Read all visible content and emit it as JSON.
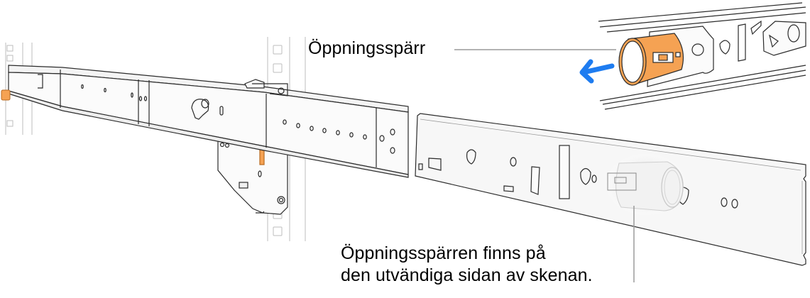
{
  "diagram": {
    "title": "Rack rail with release latch",
    "colors": {
      "latch_orange": "#F5A253",
      "arrow_blue": "#1E7CF0",
      "line_gray": "#9A9A9A",
      "stroke": "#2b2b2b",
      "rail_fill": "#F7F7F7"
    },
    "callouts": [
      {
        "id": "top",
        "text": "Öppningsspärr"
      },
      {
        "id": "bottom",
        "line1": "Öppningsspärren finns på",
        "line2": "den utvändiga sidan av skenan."
      }
    ],
    "components": [
      {
        "name": "rack-post-left",
        "description": "Left rack post with square holes"
      },
      {
        "name": "extended-slide-rail",
        "description": "Telescoping slide rail mounted in rack"
      },
      {
        "name": "rack-post-right",
        "description": "Right rack post with square holes"
      },
      {
        "name": "inner-rail",
        "description": "Detached inner rail, outer side shown"
      },
      {
        "name": "release-latch-detail",
        "description": "Magnified release latch, orange, with pull direction arrow"
      }
    ]
  }
}
